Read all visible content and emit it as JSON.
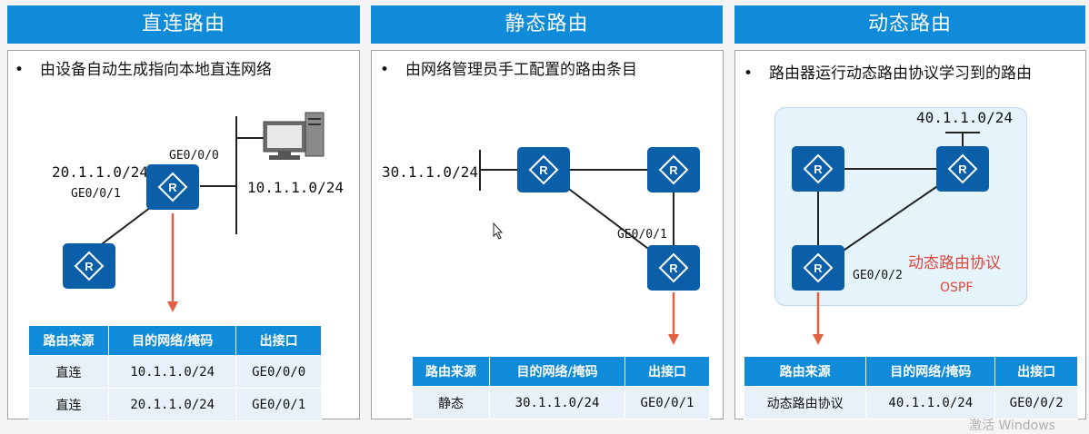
{
  "panels": [
    {
      "title": "直连路由",
      "bullet": "由设备自动生成指向本地直连网络",
      "labels": {
        "net_a": "20.1.1.0/24",
        "port_a": "GE0/0/1",
        "port_b": "GE0/0/0",
        "net_b": "10.1.1.0/24"
      },
      "table": {
        "headers": [
          "路由来源",
          "目的网络/掩码",
          "出接口"
        ],
        "rows": [
          [
            "直连",
            "10.1.1.0/24",
            "GE0/0/0"
          ],
          [
            "直连",
            "20.1.1.0/24",
            "GE0/0/1"
          ]
        ]
      }
    },
    {
      "title": "静态路由",
      "bullet": "由网络管理员手工配置的路由条目",
      "labels": {
        "net_a": "30.1.1.0/24",
        "port_a": "GE0/0/1"
      },
      "table": {
        "headers": [
          "路由来源",
          "目的网络/掩码",
          "出接口"
        ],
        "rows": [
          [
            "静态",
            "30.1.1.0/24",
            "GE0/0/1"
          ]
        ]
      }
    },
    {
      "title": "动态路由",
      "bullet": "路由器运行动态路由协议学习到的路由",
      "labels": {
        "net_a": "40.1.1.0/24",
        "port_a": "GE0/0/2",
        "protocol_title": "动态路由协议",
        "protocol_name": "OSPF"
      },
      "table": {
        "headers": [
          "路由来源",
          "目的网络/掩码",
          "出接口"
        ],
        "rows": [
          [
            "动态路由协议",
            "40.1.1.0/24",
            "GE0/0/2"
          ]
        ]
      }
    }
  ],
  "watermark": "激活 Windows",
  "colors": {
    "header": "#0f8bd9",
    "router": "#0a5fa8",
    "arrow": "#e0603f",
    "protocol": "#e0453a"
  }
}
